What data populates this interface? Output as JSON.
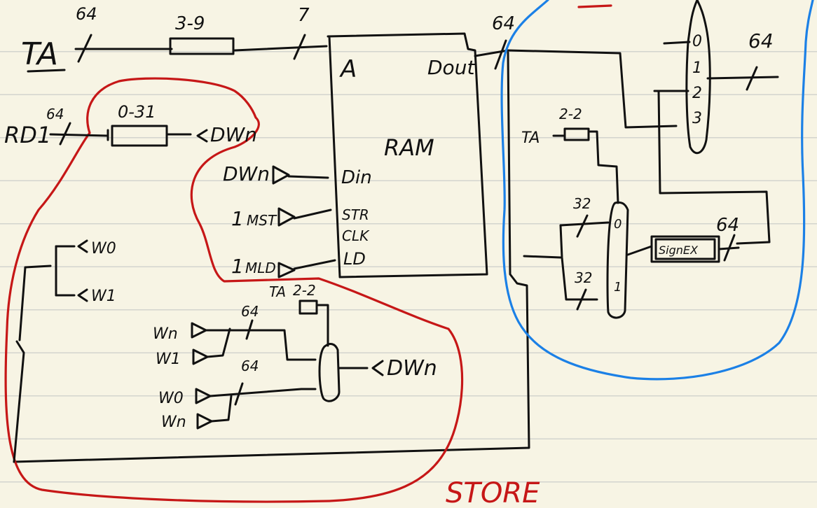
{
  "labels": {
    "ta": "TA",
    "width_64_top": "64",
    "slice_3_9": "3-9",
    "width_7": "7",
    "ram_addr": "A",
    "ram_dout": "Dout",
    "width_64_dout": "64",
    "ram_title": "RAM",
    "ram_din": "Din",
    "ram_str": "STR",
    "ram_clk": "CLK",
    "ram_ld": "LD",
    "rd1": "RD1",
    "width_64_rd1": "64",
    "slice_0_31": "0-31",
    "dwn_out": "DWn",
    "dwn_in": "DWn",
    "mst_one": "1",
    "mst": "MST",
    "mld_one": "1",
    "mld": "MLD",
    "w0_out": "W0",
    "w1_out": "W1",
    "ta_store": "TA",
    "slice_2_2_store": "2-2",
    "width_64_upper": "64",
    "width_64_lower": "64",
    "in_wn_1": "Wn",
    "in_w1": "W1",
    "in_w0": "W0",
    "in_wn_2": "Wn",
    "dwn_mux_out": "DWn",
    "load_ta": "TA",
    "slice_2_2_load": "2-2",
    "mux_in_0": "0",
    "mux_in_1": "1",
    "mux_in_2": "2",
    "mux_in_3": "3",
    "width_64_out": "64",
    "width_32_top": "32",
    "width_32_bottom": "32",
    "mux2_in_0": "0",
    "mux2_in_1": "1",
    "sign_ext": "SignEX",
    "width_64_signext": "64",
    "store_label": "STORE"
  }
}
